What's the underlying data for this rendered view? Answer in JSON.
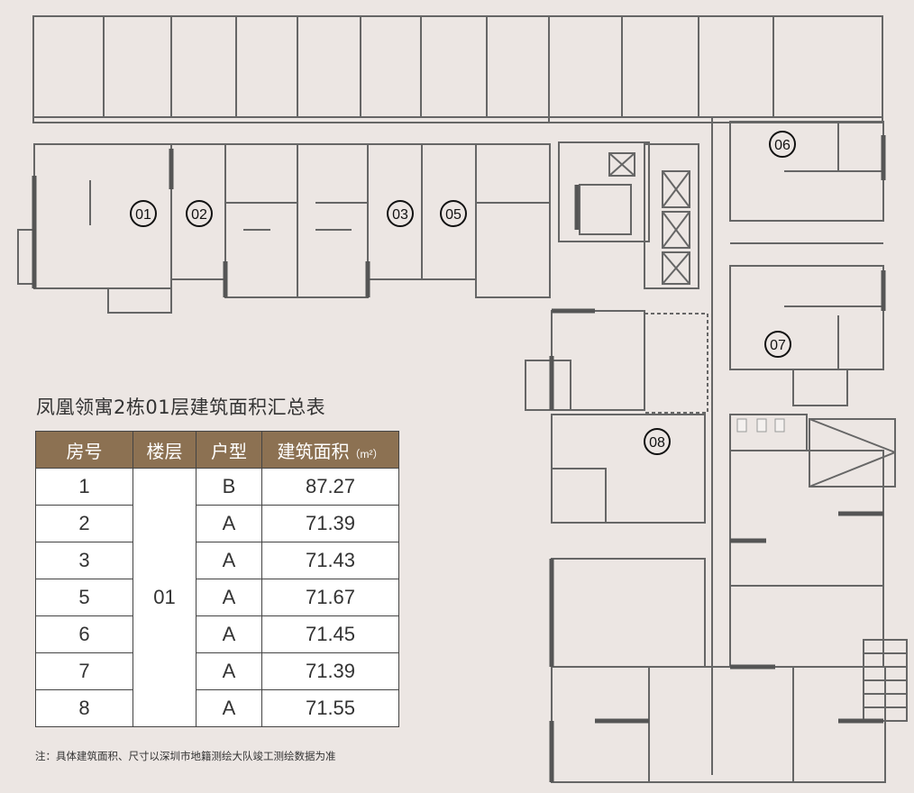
{
  "title": "凤凰领寓2栋01层建筑面积汇总表",
  "table": {
    "headers": [
      "房号",
      "楼层",
      "户型",
      "建筑面积"
    ],
    "area_unit": "（m²）",
    "floor": "01",
    "rows": [
      {
        "room": "1",
        "type": "B",
        "area": "87.27"
      },
      {
        "room": "2",
        "type": "A",
        "area": "71.39"
      },
      {
        "room": "3",
        "type": "A",
        "area": "71.43"
      },
      {
        "room": "5",
        "type": "A",
        "area": "71.67"
      },
      {
        "room": "6",
        "type": "A",
        "area": "71.45"
      },
      {
        "room": "7",
        "type": "A",
        "area": "71.39"
      },
      {
        "room": "8",
        "type": "A",
        "area": "71.55"
      }
    ]
  },
  "note": "注：具体建筑面积、尺寸以深圳市地籍测绘大队竣工测绘数据为准",
  "unit_labels": [
    "01",
    "02",
    "03",
    "05",
    "06",
    "07",
    "08"
  ],
  "colors": {
    "background": "#ece6e3",
    "header": "#8c7152",
    "wall": "#555555"
  }
}
